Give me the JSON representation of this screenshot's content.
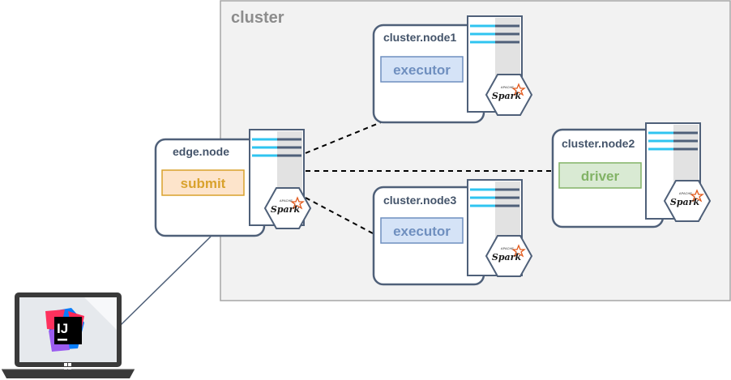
{
  "cluster": {
    "title": "cluster"
  },
  "nodes": {
    "edge": {
      "title": "edge.node",
      "role": "submit"
    },
    "node1": {
      "title": "cluster.node1",
      "role": "executor"
    },
    "node2": {
      "title": "cluster.node2",
      "role": "driver"
    },
    "node3": {
      "title": "cluster.node3",
      "role": "executor"
    }
  },
  "logos": {
    "spark": "Spark",
    "apache": "APACHE",
    "ide": "IJ"
  },
  "icons": {
    "server": "server-icon",
    "spark": "spark-logo-icon",
    "laptop": "laptop-icon",
    "ide": "intellij-idea-icon"
  },
  "colors": {
    "node_border": "#4f6079",
    "cluster_bg": "#f2f2f2",
    "cluster_border": "#a6a6a6",
    "submit_fill": "#fde4cb",
    "submit_text": "#d9a22d",
    "executor_fill": "#d5e3f7",
    "executor_text": "#6f8fbf",
    "driver_fill": "#d9ead3",
    "driver_text": "#82b366",
    "server_stripe": "#2fc4f0",
    "spark_star": "#e25a1c"
  }
}
